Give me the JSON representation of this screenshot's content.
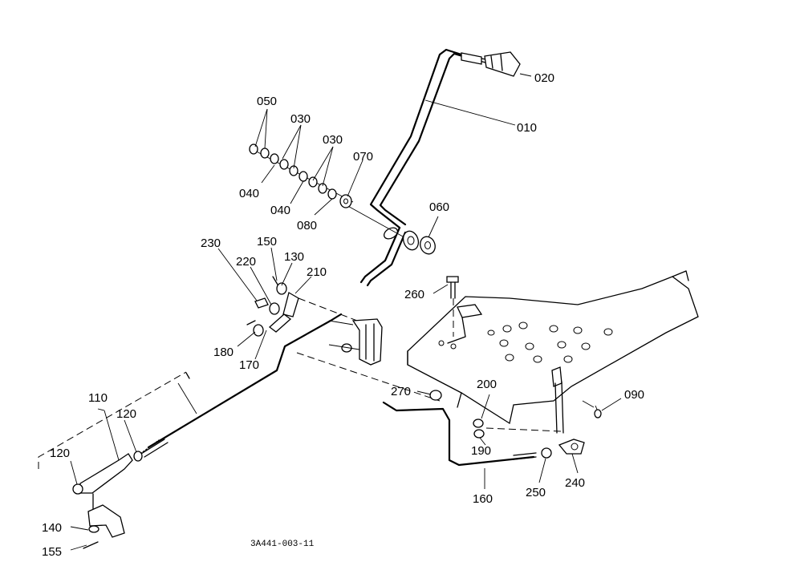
{
  "diagram": {
    "drawing_code": "3A441-003-11",
    "callouts": {
      "p020": "020",
      "p010": "010",
      "p050": "050",
      "p030a": "030",
      "p030b": "030",
      "p040a": "040",
      "p040b": "040",
      "p080": "080",
      "p070": "070",
      "p060": "060",
      "p230": "230",
      "p150": "150",
      "p220": "220",
      "p130": "130",
      "p210": "210",
      "p260": "260",
      "p180": "180",
      "p170": "170",
      "p110": "110",
      "p120a": "120",
      "p120b": "120",
      "p270": "270",
      "p200": "200",
      "p090": "090",
      "p190": "190",
      "p160": "160",
      "p250": "250",
      "p240": "240",
      "p140": "140",
      "p155": "155"
    }
  }
}
